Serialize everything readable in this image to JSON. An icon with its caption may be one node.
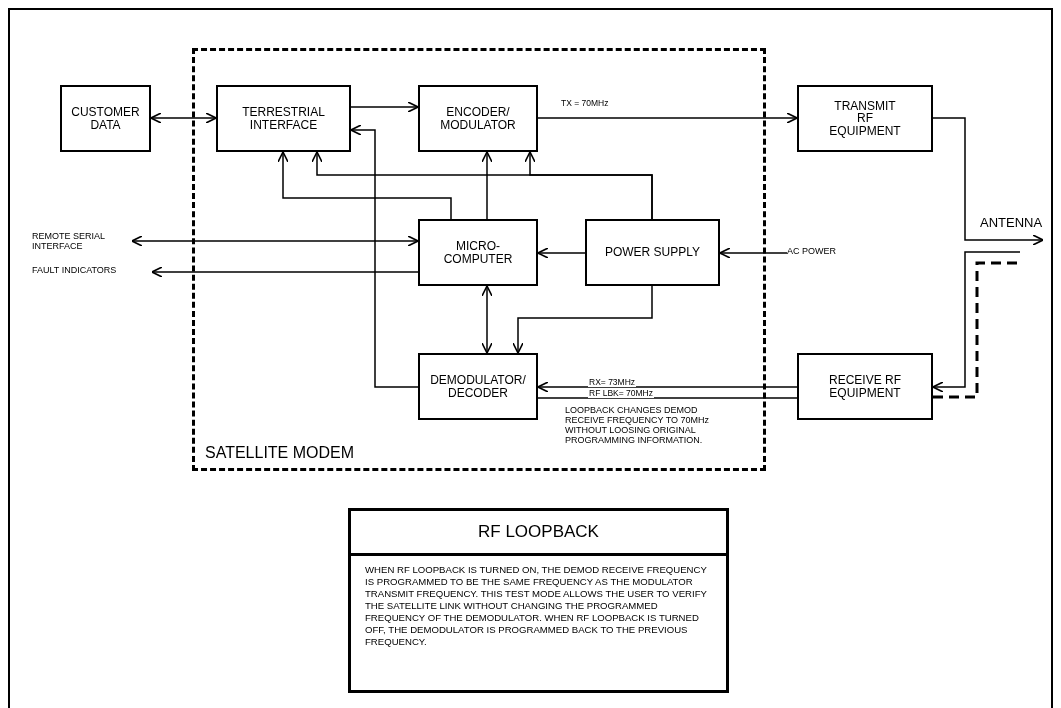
{
  "diagram": {
    "nodes": [
      {
        "text": [
          "SATELLITE MODEM"
        ]
      },
      {
        "text": [
          "CUSTOMER DATA"
        ]
      },
      {
        "text": [
          "TERRESTRIAL INTERFACE"
        ],
        "in": 0
      },
      {
        "text": [
          "ENCODER/ MODULATOR"
        ],
        "in": 0
      },
      {
        "text": [
          "MICRO- COMPUTER"
        ],
        "in": 0
      },
      {
        "text": [
          "POWER SUPPLY"
        ],
        "in": 0
      },
      {
        "text": [
          "DEMODULATOR/ DECODER"
        ],
        "in": 0
      },
      {
        "text": [
          "TRANSMIT RF EQUIPMENT"
        ]
      },
      {
        "text": [
          "RECEIVE RF EQUIPMENT"
        ]
      },
      {
        "text": [
          "ANTENNA"
        ]
      },
      {
        "text": [
          "REMOTE SERIAL INTERFACE"
        ]
      },
      {
        "text": [
          "FAULT INDICATORS"
        ]
      },
      {
        "text": [
          "AC POWER"
        ]
      },
      {
        "text": [
          "RF LOOPBACK",
          "WHEN RF LOOPBACK IS TURNED ON, THE DEMOD RECEIVE FREQUENCY IS PROGRAMMED TO BE THE SAME FREQUENCY AS THE MODULATOR TRANSMIT FREQUENCY. THIS TEST MODE ALLOWS THE USER TO VERIFY THE SATELLITE LINK WITHOUT CHANGING THE PROGRAMMED FREQUENCY OF THE DEMODULATOR. WHEN RF LOOPBACK IS TURNED OFF, THE DEMODULATOR IS PROGRAMMED BACK TO THE PREVIOUS FREQUENCY."
        ]
      }
    ],
    "edges": [
      {
        "from": 1,
        "to": 2,
        "arrow": "both"
      },
      {
        "from": 2,
        "to": 3,
        "arrow": "to"
      },
      {
        "from": 3,
        "to": 7,
        "arrow": "to",
        "label": "TX = 70MHz"
      },
      {
        "from": 7,
        "to": 9,
        "arrow": "to"
      },
      {
        "from": null,
        "to": 8,
        "arrow": "to"
      },
      {
        "from": 8,
        "to": null,
        "arrow": "none",
        "style": "dashed"
      },
      {
        "from": 6,
        "to": 2,
        "arrow": "to"
      },
      {
        "from": 4,
        "to": 2,
        "arrow": "to"
      },
      {
        "from": 5,
        "to": 2,
        "arrow": "to"
      },
      {
        "from": 5,
        "to": 3,
        "arrow": "to"
      },
      {
        "from": 4,
        "to": 3,
        "arrow": "to"
      },
      {
        "from": 10,
        "to": 4,
        "arrow": "both"
      },
      {
        "from": 4,
        "to": 11,
        "arrow": "to"
      },
      {
        "from": 5,
        "to": 4,
        "arrow": "to"
      },
      {
        "from": 12,
        "to": 5,
        "arrow": "to"
      },
      {
        "from": 4,
        "to": 6,
        "arrow": "both"
      },
      {
        "from": 5,
        "to": 6,
        "arrow": "to"
      },
      {
        "from": 8,
        "to": 6,
        "arrow": "to",
        "label": "RX= 73MHz"
      },
      {
        "from": 8,
        "to": 6,
        "arrow": "none",
        "label": "RF LBK= 70MHz"
      }
    ],
    "labels": [
      "LOOPBACK CHANGES DEMOD RECEIVE FREQUENCY TO 70MHz WITHOUT LOOSING ORIGINAL PROGRAMMING INFORMATION."
    ]
  }
}
